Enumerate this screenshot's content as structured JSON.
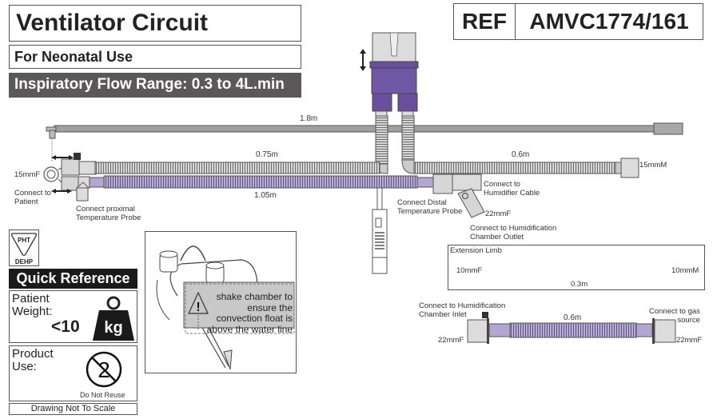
{
  "header": {
    "title": "Ventilator Circuit",
    "subtitle": "For Neonatal Use",
    "flow_range": "Inspiratory Flow Range: 0.3 to 4L.min",
    "ref_label": "REF",
    "ref_code": "AMVC1774/161"
  },
  "colors": {
    "tube_purple": "#b3a6d3",
    "connector_purple": "#6a4f9c",
    "tube_grey": "#cfcfcf",
    "cable_grey": "#9e9e9e",
    "dark_band": "#5a5858"
  },
  "circuit": {
    "cable_length": "1.8m",
    "insp_limb_length": "0.75m",
    "exp_limb_length": "1.05m",
    "humidifier_limb_length": "0.6m",
    "patient_connector": "15mmF",
    "patient_label": "Connect to\nPatient",
    "proximal_probe_label": "Connect proximal\nTemperature Probe",
    "distal_probe_label": "Connect Distal\nTemperature Probe",
    "humidifier_cable_label": "Connect to\nHumidifier Cable",
    "chamber_outlet_size": "22mmF",
    "chamber_outlet_label": "Connect to Humidification\nChamber Outlet",
    "end_connector": "15mmM"
  },
  "extension_limb": {
    "title": "Extension Limb",
    "left_connector": "10mmF",
    "right_connector": "10mmM",
    "length": "0.3m"
  },
  "dry_limb": {
    "left_label": "Connect to Humidification\nChamber Inlet",
    "right_label": "Connect to gas\nsource",
    "length": "0.6m",
    "left_connector": "22mmF",
    "right_connector": "22mmF"
  },
  "warning": {
    "lines": [
      "shake chamber to",
      "ensure the",
      "convection float is",
      "above the water line"
    ]
  },
  "quick_reference": {
    "pht": "PHT",
    "dehp": "DEHP",
    "heading": "Quick Reference",
    "weight_label_1": "Patient",
    "weight_label_2": "Weight:",
    "weight_value": "<10",
    "weight_unit": "kg",
    "use_label_1": "Product",
    "use_label_2": "Use:",
    "reuse_text": "Do Not Reuse",
    "scale_note": "Drawing Not To Scale"
  }
}
